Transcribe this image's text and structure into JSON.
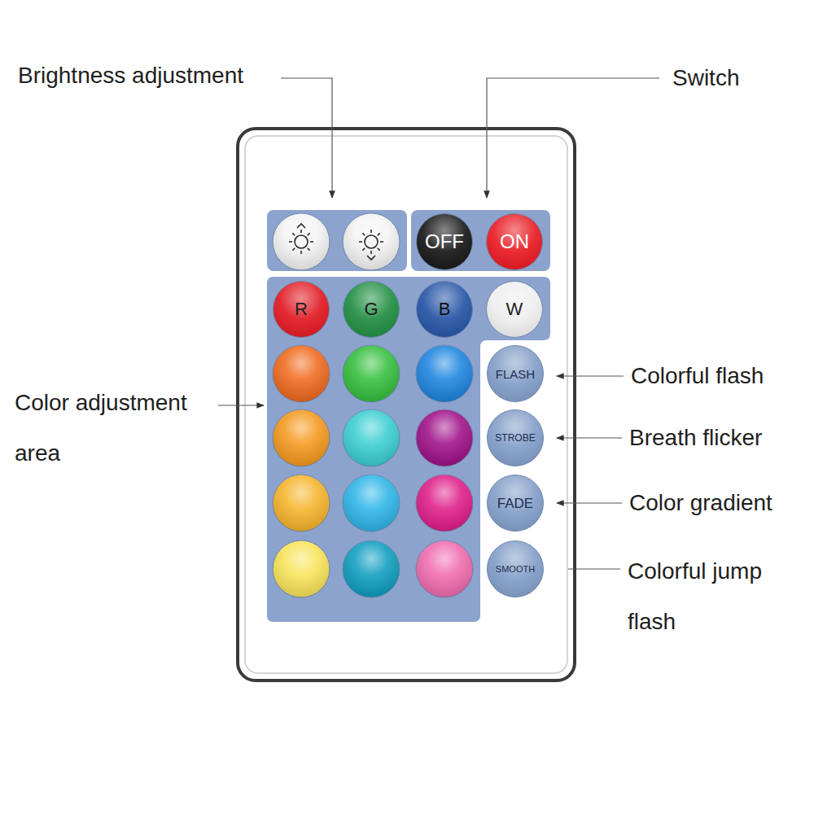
{
  "diagram": {
    "nodes": [
      {
        "text": [
          "OFF"
        ]
      },
      {
        "text": [
          "ON"
        ]
      },
      {
        "text": [
          "R"
        ]
      },
      {
        "text": [
          "G"
        ]
      },
      {
        "text": [
          "B"
        ]
      },
      {
        "text": [
          "W"
        ]
      },
      {
        "text": [
          "FLASH"
        ]
      },
      {
        "text": [
          "STROBE"
        ]
      },
      {
        "text": [
          "FADE"
        ]
      },
      {
        "text": [
          "SMOOTH"
        ]
      }
    ],
    "labels": [
      "Brightness adjustment",
      "Switch",
      "Color adjustment area",
      "Colorful flash",
      "Breath flicker",
      "Color gradient",
      "Colorful jump flash"
    ]
  }
}
